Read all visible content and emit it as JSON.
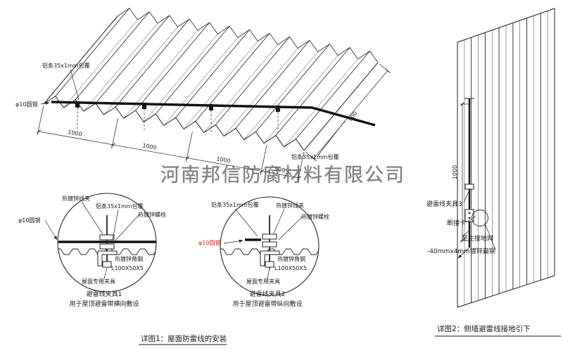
{
  "watermark": "河南邦信防腐材料有限公司",
  "roof": {
    "label_alu_top": "铝条35x1mm包覆",
    "label_alu_bottom": "铝条35x1mm包覆",
    "label_round_steel": "φ10圆钢",
    "dims": [
      "1000",
      "1000",
      "1000",
      "500",
      "500"
    ]
  },
  "detail1": {
    "label_clamp": "热镀锌线夹",
    "label_alu": "铝条35x1mm包覆",
    "label_bolt": "热镀锌螺栓",
    "label_round_steel": "φ10圆钢",
    "label_angle": "热镀锌角钢",
    "label_angle_spec": "L100X50X5",
    "label_roof_clamp": "屋面专用夹具",
    "title": "避雷线夹具1",
    "subtitle": "用于屋顶避雷带横向敷设"
  },
  "detail2": {
    "label_alu": "铝条35x1mm包覆",
    "label_clamp": "热镀锌线夹",
    "label_bolt": "热镀锌螺栓",
    "label_round_steel": "φ10圆钢",
    "label_angle": "热镀锌角钢",
    "label_angle_spec": "L100X50X5",
    "label_roof_clamp": "屋面专用夹具",
    "title": "避雷线夹具2",
    "subtitle": "用于屋顶避雷带纵向敷设"
  },
  "wall": {
    "dim": "1000",
    "label_clamp3": "避雷线夹具3",
    "label_breaker": "断接卡",
    "label_to_ground": "至主接地网",
    "label_flat_steel": "-40mmx4mm镀锌扁钢"
  },
  "captions": {
    "fig1": "详图1：屋面防雷线的安装",
    "fig2": "详图2：侧墙避雷线接地引下"
  },
  "colors": {
    "line": "#1a1a1a",
    "red": "#cc2222",
    "watermark": "#9b9b9b"
  }
}
